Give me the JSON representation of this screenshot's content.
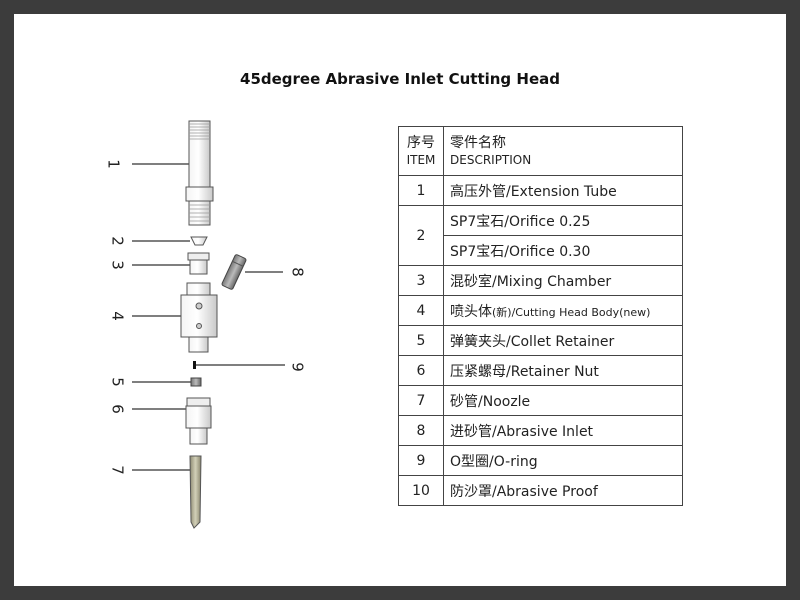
{
  "title": "45degree Abrasive Inlet Cutting Head",
  "callouts": [
    "1",
    "2",
    "3",
    "8",
    "4",
    "9",
    "5",
    "6",
    "7"
  ],
  "table": {
    "header": {
      "no_cn": "序号",
      "no_en": "ITEM",
      "desc_cn": "零件名称",
      "desc_en": "DESCRIPTION"
    },
    "rows": [
      {
        "item": "1",
        "desc": "高压外管/Extension Tube"
      },
      {
        "item": "2",
        "desc": "SP7宝石/Orifice 0.25"
      },
      {
        "item": "",
        "desc": "SP7宝石/Orifice 0.30"
      },
      {
        "item": "3",
        "desc": "混砂室/Mixing Chamber"
      },
      {
        "item": "4",
        "desc_a": "喷头体",
        "desc_b": "(新)",
        "desc_c": "/Cutting Head Body(new)"
      },
      {
        "item": "5",
        "desc": "弹簧夹头/Collet Retainer"
      },
      {
        "item": "6",
        "desc": "压紧螺母/Retainer Nut"
      },
      {
        "item": "7",
        "desc": "砂管/Noozle"
      },
      {
        "item": "8",
        "desc": "进砂管/Abrasive Inlet"
      },
      {
        "item": "9",
        "desc": "O型圈/O-ring"
      },
      {
        "item": "10",
        "desc": "防沙罩/Abrasive Proof"
      }
    ]
  }
}
